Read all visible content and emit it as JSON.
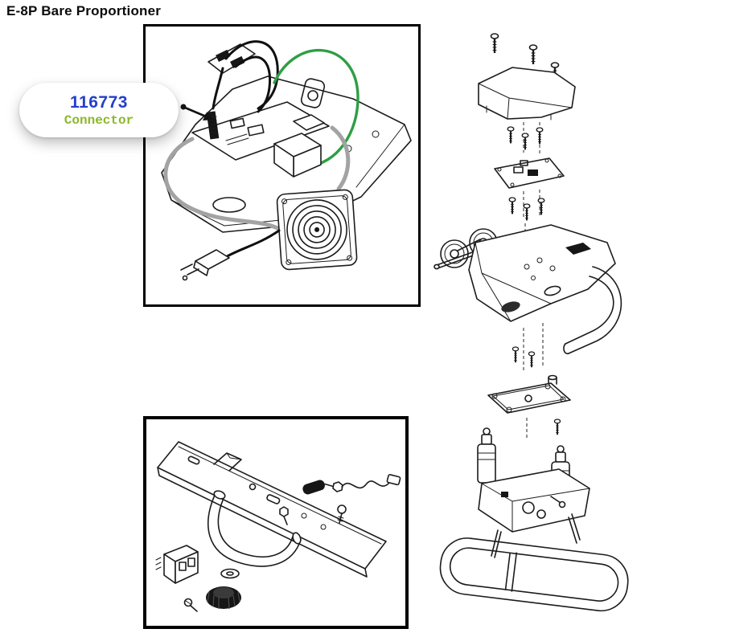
{
  "page": {
    "title": "E-8P Bare Proportioner"
  },
  "callout": {
    "part_number": "116773",
    "label": "Connector"
  },
  "colors": {
    "part-number-blue": "#2440c8",
    "part-label-green": "#8cb82d",
    "wire-green": "#2f9e44",
    "cable-gray": "#a3a3a3",
    "line-ink": "#1c1c1c"
  }
}
